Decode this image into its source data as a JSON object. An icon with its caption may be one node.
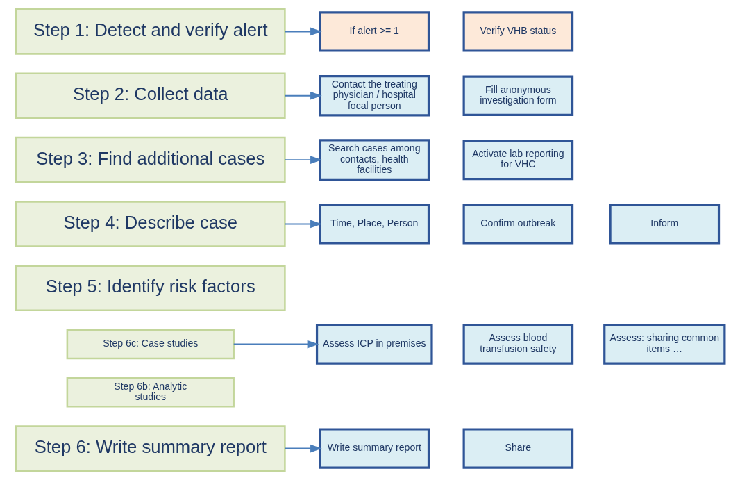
{
  "diagram": {
    "nodes": [
      {
        "text": [
          "Step 1: Detect and verify alert"
        ]
      },
      {
        "text": [
          "If alert >= 1"
        ]
      },
      {
        "text": [
          "Verify VHB status"
        ]
      },
      {
        "text": [
          "Step 2: Collect data"
        ]
      },
      {
        "text": [
          "Contact the treating physician / hospital focal person"
        ]
      },
      {
        "text": [
          "Fill anonymous investigation form"
        ]
      },
      {
        "text": [
          "Step 3: Find additional cases"
        ]
      },
      {
        "text": [
          "Search cases among contacts, health facilities"
        ]
      },
      {
        "text": [
          "Activate lab reporting for VHC"
        ]
      },
      {
        "text": [
          "Step 4: Describe case"
        ]
      },
      {
        "text": [
          "Time, Place, Person"
        ]
      },
      {
        "text": [
          "Confirm outbreak"
        ]
      },
      {
        "text": [
          "Inform"
        ]
      },
      {
        "text": [
          "Step 5: Identify risk factors"
        ]
      },
      {
        "text": [
          "Step 6c: Case studies"
        ]
      },
      {
        "text": [
          "Assess ICP in premises"
        ]
      },
      {
        "text": [
          "Assess blood transfusion safety"
        ]
      },
      {
        "text": [
          "Assess: sharing common items …"
        ]
      },
      {
        "text": [
          "Step 6b: Analytic studies"
        ]
      },
      {
        "text": [
          "Step 6: Write summary report"
        ]
      },
      {
        "text": [
          "Write summary report"
        ]
      },
      {
        "text": [
          "Share"
        ]
      }
    ],
    "edges": [
      {
        "from": 0,
        "to": 1,
        "arrow": "to"
      },
      {
        "from": 3,
        "to": 4,
        "arrow": "to"
      },
      {
        "from": 6,
        "to": 7,
        "arrow": "to"
      },
      {
        "from": 9,
        "to": 10,
        "arrow": "to"
      },
      {
        "from": 14,
        "to": 15,
        "arrow": "to"
      },
      {
        "from": 19,
        "to": 20,
        "arrow": "to"
      }
    ]
  }
}
